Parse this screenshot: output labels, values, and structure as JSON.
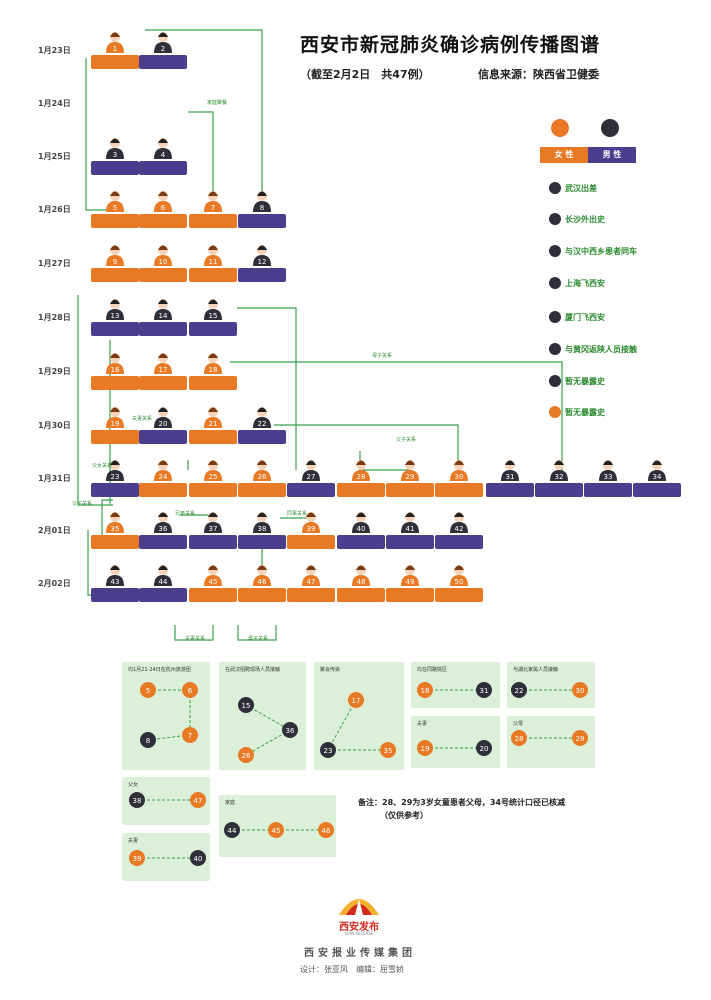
{
  "header": {
    "title": "西安市新冠肺炎确诊病例传播图谱",
    "subtitle": "（截至2月2日　共47例）",
    "source": "信息来源：陕西省卫健委"
  },
  "colors": {
    "female": "#e97a25",
    "male": "#4b3e8c",
    "line": "#3aa04a",
    "legend_text": "#2a8a2e",
    "cluster_bg": "#dcefd8"
  },
  "dates": [
    "1月23日",
    "1月24日",
    "1月25日",
    "1月26日",
    "1月27日",
    "1月28日",
    "1月29日",
    "1月30日",
    "1月31日",
    "2月01日",
    "2月02日"
  ],
  "legend": {
    "female": "女 性",
    "male": "男 性",
    "items": [
      {
        "label": "武汉出差",
        "icon": "numbered-person-icon"
      },
      {
        "label": "长沙外出史",
        "icon": "numbered-person-icon"
      },
      {
        "label": "与汉中西乡患者同车",
        "icon": "numbered-person-icon"
      },
      {
        "label": "上海飞西安",
        "icon": "numbered-person-icon"
      },
      {
        "label": "厦门飞西安",
        "icon": "numbered-person-icon"
      },
      {
        "label": "与黄冈返陕人员接触",
        "icon": "numbered-person-icon"
      },
      {
        "label": "暂无暴露史",
        "icon": "numbered-person-icon"
      },
      {
        "label": "暂无暴露史",
        "icon": "numbered-person-icon"
      }
    ]
  },
  "rows": [
    {
      "date_index": 0,
      "cases": [
        "1",
        "2"
      ]
    },
    {
      "date_index": 2,
      "cases": [
        "3",
        "4"
      ]
    },
    {
      "date_index": 3,
      "cases": [
        "5",
        "6",
        "7",
        "8"
      ]
    },
    {
      "date_index": 4,
      "cases": [
        "9",
        "10",
        "11",
        "12"
      ]
    },
    {
      "date_index": 5,
      "cases": [
        "13",
        "14",
        "15"
      ]
    },
    {
      "date_index": 6,
      "cases": [
        "16",
        "17",
        "18"
      ]
    },
    {
      "date_index": 7,
      "cases": [
        "19",
        "20",
        "21",
        "22"
      ]
    },
    {
      "date_index": 8,
      "cases": [
        "23",
        "24",
        "25",
        "26",
        "27",
        "28",
        "29",
        "30",
        "31",
        "32",
        "33",
        "34"
      ]
    },
    {
      "date_index": 9,
      "cases": [
        "35",
        "36",
        "37",
        "38",
        "39",
        "40",
        "41",
        "42"
      ]
    },
    {
      "date_index": 10,
      "cases": [
        "43",
        "44",
        "45",
        "46",
        "47",
        "48",
        "49",
        "50"
      ]
    }
  ],
  "relation_labels": [
    "家庭聚餐",
    "父子关系",
    "母子关系",
    "夫妻关系",
    "父女关系",
    "兄弟关系",
    "同事关系",
    "夫妻关系",
    "母子关系",
    "父子关系"
  ],
  "clusters": [
    {
      "title": "均1月21-24日在杭州旅游团",
      "cases": [
        "5",
        "6",
        "7",
        "8"
      ]
    },
    {
      "title": "在武汉招聘现场人员接触",
      "cases": [
        "15",
        "36",
        "26"
      ]
    },
    {
      "title": "聚会传染",
      "cases": [
        "17",
        "23",
        "35"
      ]
    },
    {
      "title": "均在同路院区",
      "cases": [
        "18",
        "31"
      ]
    },
    {
      "title": "与湖北家属人员接触",
      "cases": [
        "22",
        "30"
      ]
    },
    {
      "title": "夫妻",
      "cases": [
        "19",
        "20"
      ]
    },
    {
      "title": "父母",
      "cases": [
        "28",
        "29"
      ]
    },
    {
      "title": "父女",
      "cases": [
        "38",
        "47"
      ]
    },
    {
      "title": "夫妻",
      "cases": [
        "39",
        "40"
      ]
    },
    {
      "title": "家庭",
      "cases": [
        "44",
        "45",
        "46"
      ]
    }
  ],
  "footnote": "备注：28、29为3岁女童患者父母，34号统计口径已核减",
  "footnote2": "（仅供参考）",
  "logo": {
    "name": "西安发布",
    "sub": "XIAN RELEASE"
  },
  "publisher": "西安报业传媒集团",
  "credits": "设计：张亚风　编辑：屈雪娇"
}
